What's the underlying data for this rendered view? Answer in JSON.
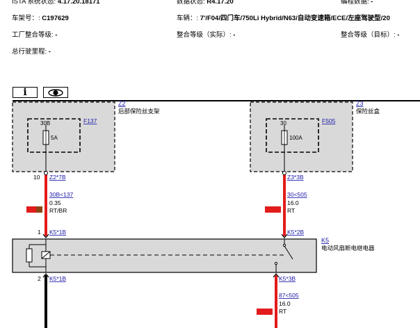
{
  "header": {
    "row0": [
      {
        "label": "ISTA 系统状态: ",
        "value": "4.17.20.18171"
      },
      {
        "label": "数据状态: ",
        "value": "R4.17.20"
      },
      {
        "label": "编程数据: ",
        "value": "-"
      }
    ],
    "row1": [
      {
        "label": "车架号：: ",
        "value": "C197629"
      },
      {
        "label": "车辆：: ",
        "value": "7'/F04/四门车/750Li Hybrid/N63/自动变速箱/ECE/左座驾驶型/20"
      }
    ],
    "row2": [
      {
        "label": "工厂整合等级: ",
        "value": "-"
      },
      {
        "label": "整合等级（实际）: ",
        "value": "-"
      },
      {
        "label": "整合等级（目标）: ",
        "value": "-"
      }
    ],
    "row3": [
      {
        "label": "总行驶里程: ",
        "value": "-"
      }
    ]
  },
  "toolbar": {
    "info_label": "i",
    "view_icon": "eye-icon"
  },
  "diagram": {
    "left": {
      "box_id": "Z2",
      "box_desc": "后部保险丝支架",
      "fuse_id": "F137",
      "fuse_pin": "30B",
      "fuse_rating": "5A",
      "top_pin_no": "10",
      "top_conn": "Z2*7B",
      "wire_id": "30B<137",
      "wire_size": "0.35",
      "wire_color": "RT/BR",
      "relay_pin_no": "1",
      "relay_conn": "K5*1B",
      "bottom_pin_no": "2",
      "bottom_conn": "K5*1B"
    },
    "right": {
      "box_id": "Z3",
      "box_desc": "保险丝盒",
      "fuse_id": "F505",
      "fuse_pin": "30",
      "fuse_rating": "100A",
      "top_conn": "Z3*3B",
      "wire_id": "30<505",
      "wire_size": "16.0",
      "wire_color": "RT",
      "relay_conn": "K5*2B",
      "bottom_conn": "K5*3B",
      "wire2_id": "87<505",
      "wire2_size": "16.0",
      "wire2_color": "RT"
    },
    "relay": {
      "id": "K5",
      "desc": "电动风扇断电继电器"
    },
    "colors": {
      "wire_red": "#e21b1b",
      "wire_black": "#000000",
      "box_fill": "#d9d9d9",
      "swatch_brown": "#8b4513",
      "link_blue": "#1a1aa8"
    }
  }
}
